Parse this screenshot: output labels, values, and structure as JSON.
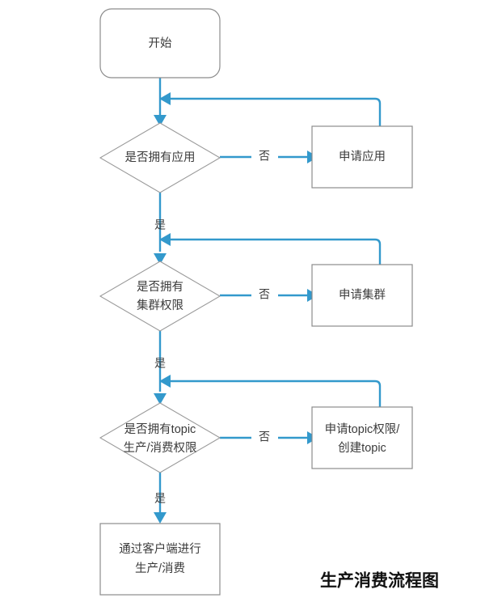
{
  "diagram": {
    "caption": "生产消费流程图",
    "accent_color": "#3399cc",
    "node_border_color": "#8c8c8c",
    "node_fill_color": "#ffffff",
    "text_color": "#3b3b3b",
    "nodes": [
      {
        "id": "start",
        "type": "rounded-rect",
        "label": "开始",
        "lines": [
          "开始"
        ]
      },
      {
        "id": "decision-app",
        "type": "diamond",
        "label": "是否拥有应用",
        "lines": [
          "是否拥有应用"
        ]
      },
      {
        "id": "action-apply-app",
        "type": "rect",
        "label": "申请应用",
        "lines": [
          "申请应用"
        ]
      },
      {
        "id": "decision-cluster",
        "type": "diamond",
        "label": "是否拥有集群权限",
        "lines": [
          "是否拥有",
          "集群权限"
        ]
      },
      {
        "id": "action-apply-cluster",
        "type": "rect",
        "label": "申请集群",
        "lines": [
          "申请集群"
        ]
      },
      {
        "id": "decision-topic",
        "type": "diamond",
        "label": "是否拥有topic生产/消费权限",
        "lines": [
          "是否拥有topic",
          "生产/消费权限"
        ]
      },
      {
        "id": "action-apply-topic",
        "type": "rect",
        "label": "申请topic权限/创建topic",
        "lines": [
          "申请topic权限/",
          "创建topic"
        ]
      },
      {
        "id": "end-produce-consume",
        "type": "rect",
        "label": "通过客户端进行生产/消费",
        "lines": [
          "通过客户端进行",
          "生产/消费"
        ]
      }
    ],
    "edge_labels": {
      "no_app": "否",
      "yes_app": "是",
      "no_cluster": "否",
      "yes_cluster": "是",
      "no_topic": "否",
      "yes_topic": "是"
    }
  }
}
